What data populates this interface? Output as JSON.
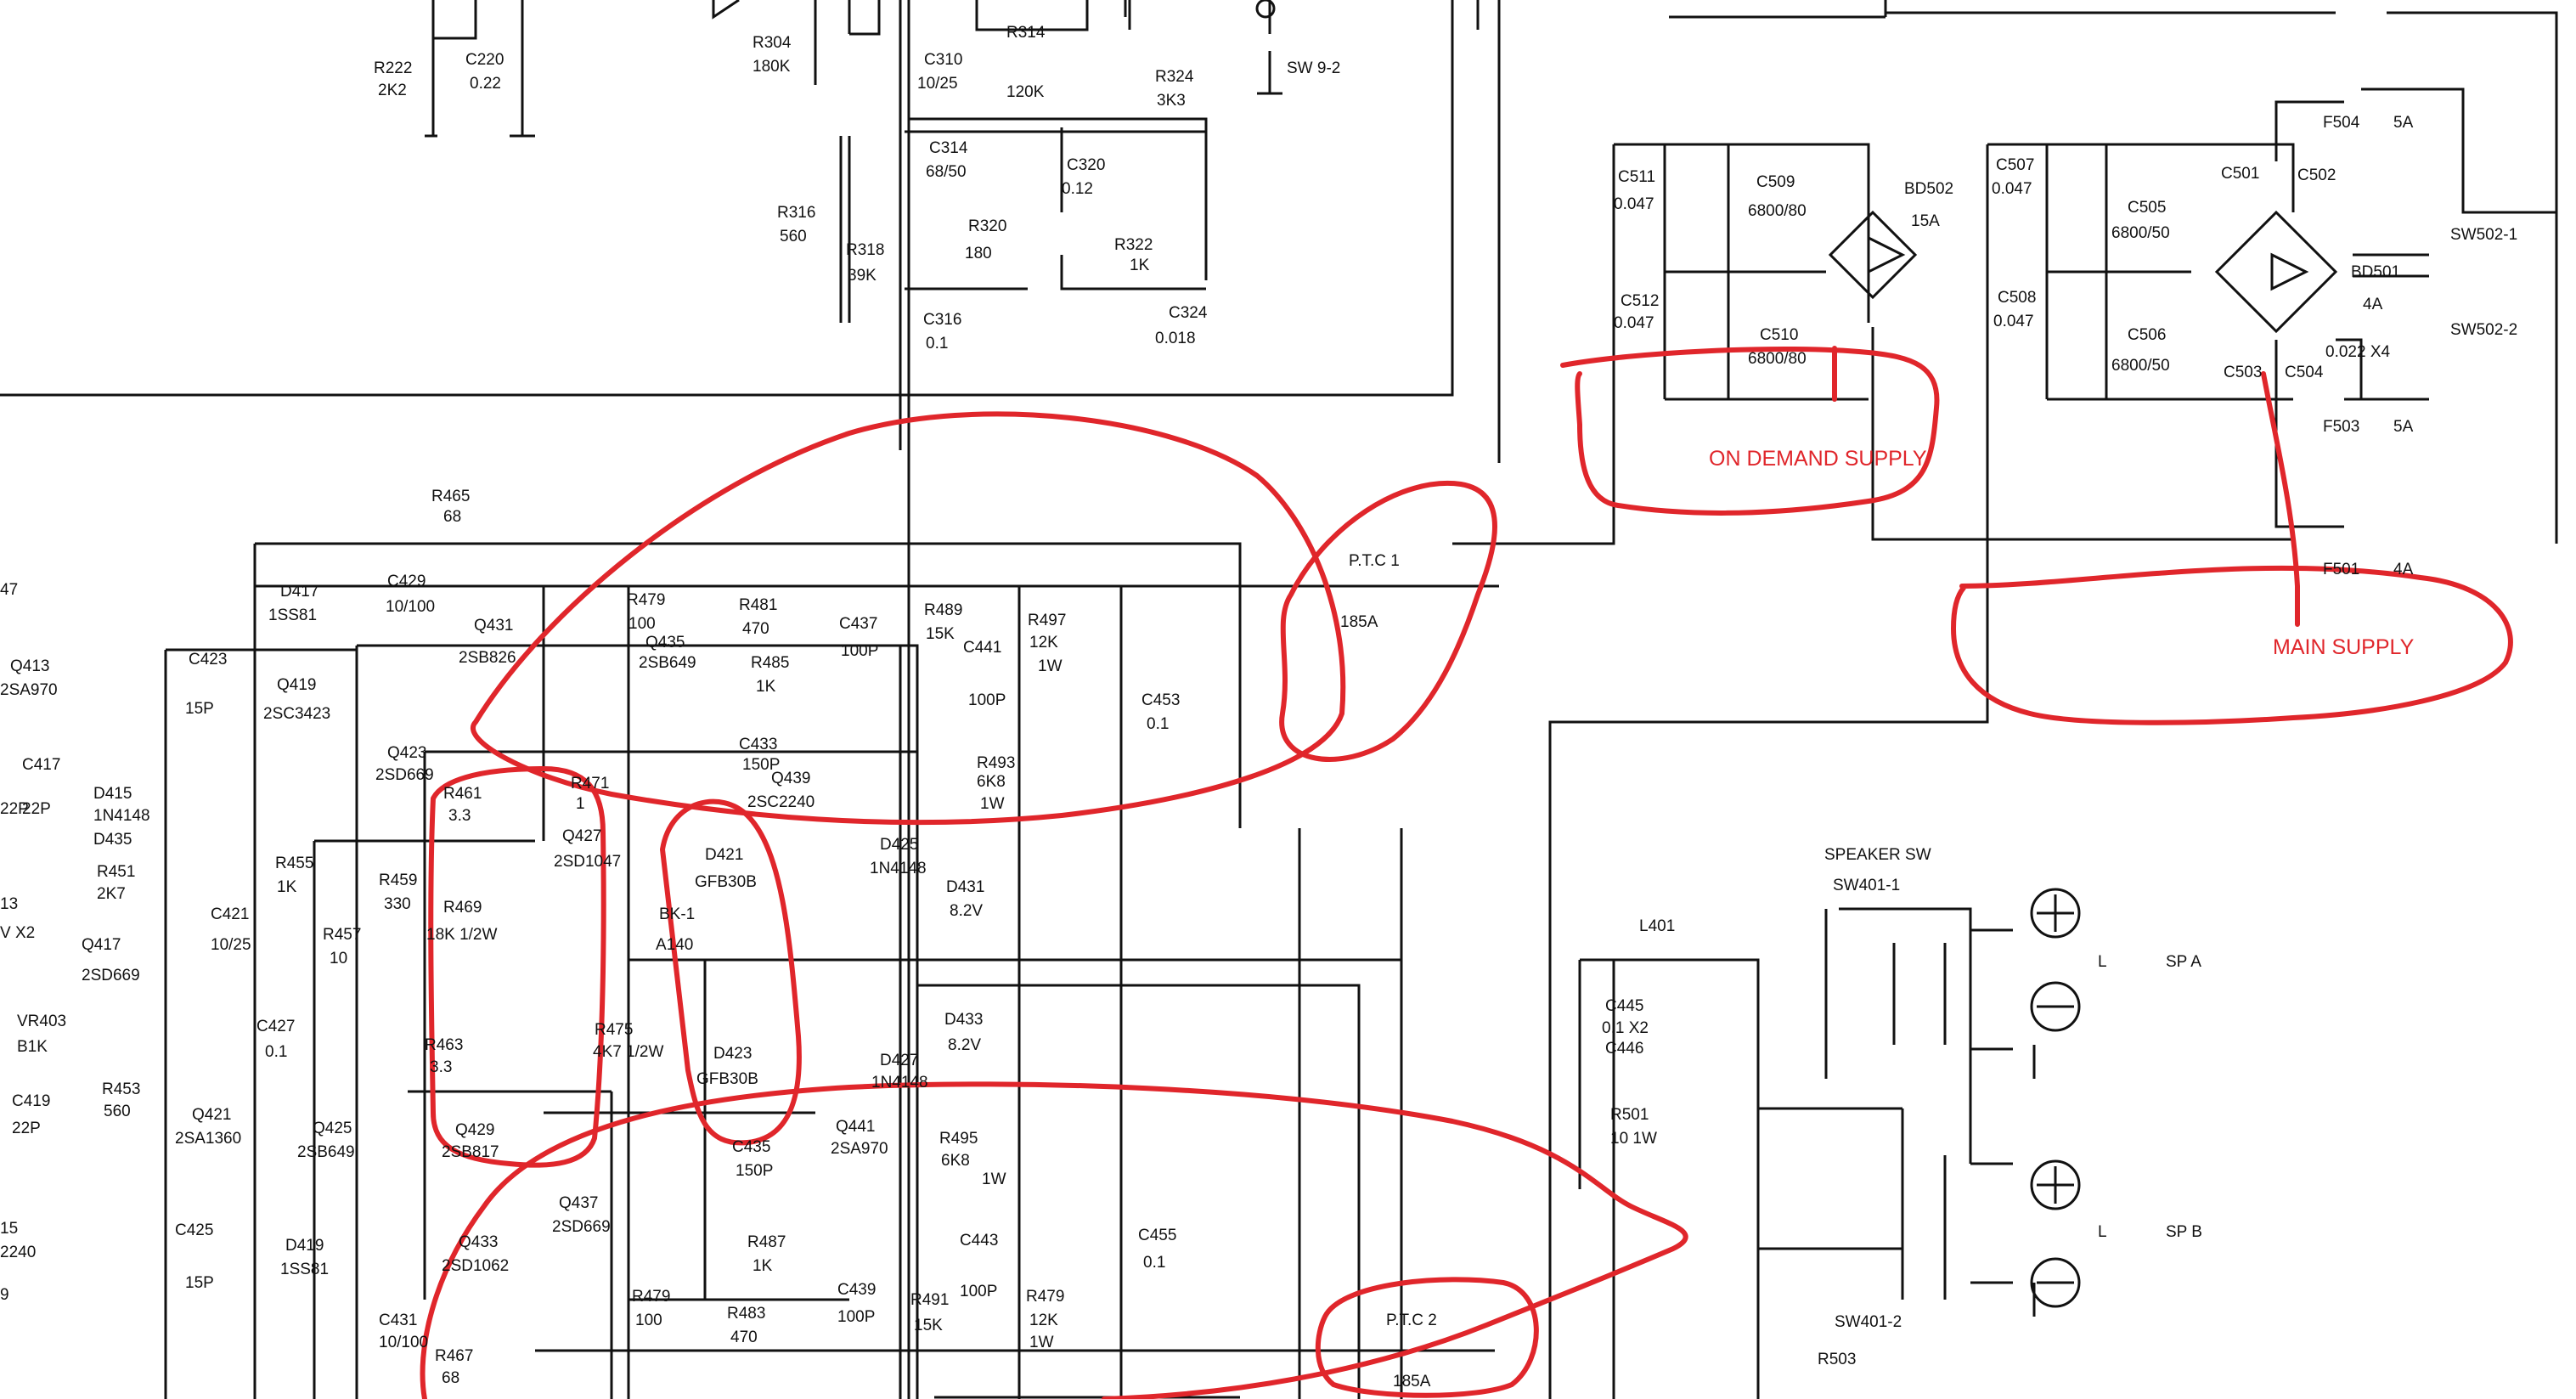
{
  "schematic": {
    "annotations": {
      "on_demand_supply": "ON DEMAND SUPPLY",
      "main_supply": "MAIN SUPPLY"
    },
    "colors": {
      "wire": "#111111",
      "annotation": "#e0262b",
      "background": "#ffffff"
    },
    "components": {
      "r222": "R222",
      "r222_val": "2K2",
      "c220": "C220",
      "c220_val": "0.22",
      "r304": "R304",
      "r304_val": "180K",
      "r314": "R314",
      "r314_val": "120K",
      "c310": "C310",
      "c310_val": "10/25",
      "r324": "R324",
      "r324_val": "3K3",
      "sw9_2": "SW 9-2",
      "c314": "C314",
      "c314_val": "68/50",
      "c320": "C320",
      "c320_val": "0.12",
      "r316": "R316",
      "r316_val": "560",
      "r318": "R318",
      "r318_val": "39K",
      "r320": "R320",
      "r320_val": "180",
      "r322": "R322",
      "r322_val": "1K",
      "c316": "C316",
      "c316_val": "0.1",
      "c324": "C324",
      "c324_val": "0.018",
      "c511": "C511",
      "c511_val": "0.047",
      "c509": "C509",
      "c509_val": "6800/80",
      "c512": "C512",
      "c512_val": "0.047",
      "c510": "C510",
      "c510_val": "6800/80",
      "bd502": "BD502",
      "bd502_val": "15A",
      "c507": "C507",
      "c507_val": "0.047",
      "c505": "C505",
      "c505_val": "6800/50",
      "c508": "C508",
      "c508_val": "0.047",
      "c506": "C506",
      "c506_val": "6800/50",
      "c501": "C501",
      "c502": "C502",
      "c503": "C503",
      "c504": "C504",
      "c50x_val": "0.022 X4",
      "bd501": "BD501",
      "bd501_val": "4A",
      "f504": "F504",
      "f504_val": "5A",
      "f503": "F503",
      "f503_val": "5A",
      "f501": "F501",
      "f501_val": "4A",
      "sw502_1": "SW502-1",
      "sw502_2": "SW502-2",
      "r465": "R465",
      "r465_val": "68",
      "d417": "D417",
      "d417_val": "1SS81",
      "c429": "C429",
      "c429_val": "10/100",
      "q413": "Q413",
      "q413_val": "2SA970",
      "c423": "C423",
      "c423_val": "15P",
      "q419": "Q419",
      "q419_val": "2SC3423",
      "q423": "Q423",
      "q423_val": "2SD669",
      "q431": "Q431",
      "q431_val": "2SB826",
      "r479": "R479",
      "r479_val": "100",
      "q435": "Q435",
      "q435_val": "2SB649",
      "r481": "R481",
      "r481_val": "470",
      "r485": "R485",
      "r485_val": "1K",
      "c437": "C437",
      "c437_val": "100P",
      "r489": "R489",
      "r489_val": "15K",
      "c441": "C441",
      "c441_val": "100P",
      "r497": "R497",
      "r497_val": "12K",
      "r497_w": "1W",
      "c453": "C453",
      "c453_val": "0.1",
      "ptc1": "P.T.C 1",
      "ptc1_val": "185A",
      "c433": "C433",
      "c433_val": "150P",
      "q439": "Q439",
      "q439_val": "2SC2240",
      "r493": "R493",
      "r493_val": "6K8",
      "r493_w": "1W",
      "c417": "C417",
      "c417_val": "22P",
      "d415": "D415",
      "d415_val": "1N4148",
      "d435": "D435",
      "r451": "R451",
      "r451_val": "2K7",
      "q417": "Q417",
      "q417_val": "2SD669",
      "c421": "C421",
      "c421_val": "10/25",
      "r455": "R455",
      "r455_val": "1K",
      "r457": "R457",
      "r457_val": "10",
      "r459": "R459",
      "r459_val": "330",
      "r461": "R461",
      "r461_val": "3.3",
      "q427": "Q427",
      "q427_val": "2SD1047",
      "r471": "R471",
      "r471_val": "1",
      "d421": "D421",
      "d421_val": "GFB30B",
      "d425": "D425",
      "d425_val": "1N4148",
      "d431": "D431",
      "d431_val": "8.2V",
      "r469": "R469",
      "r469_val": "18K 1/2W",
      "bk1": "BK-1",
      "bk1_val": "A140",
      "r475": "R475",
      "r475_val": "4K7 1/2W",
      "vr403": "VR403",
      "vr403_val": "B1K",
      "c427": "C427",
      "c427_val": "0.1",
      "r463": "R463",
      "r463_val": "3.3",
      "q429": "Q429",
      "q429_val": "2SB817",
      "d423": "D423",
      "d423_val": "GFB30B",
      "d427": "D427",
      "d427_val": "1N4148",
      "d433": "D433",
      "d433_val": "8.2V",
      "l401": "L401",
      "c445": "C445",
      "c445_val": "0.1 X2",
      "c446": "C446",
      "r501": "R501",
      "r501_val": "10 1W",
      "c419": "C419",
      "c419_val": "22P",
      "r453": "R453",
      "r453_val": "560",
      "q421": "Q421",
      "q421_val": "2SA1360",
      "q425": "Q425",
      "q425_val": "2SB649",
      "c435": "C435",
      "c435_val": "150P",
      "q441": "Q441",
      "q441_val": "2SA970",
      "r495": "R495",
      "r495_val": "6K8",
      "r495_w": "1W",
      "c425": "C425",
      "c425_val": "15P",
      "d419": "D419",
      "d419_val": "1SS81",
      "q433": "Q433",
      "q433_val": "2SD1062",
      "q437": "Q437",
      "q437_val": "2SD669",
      "r487": "R487",
      "r487_val": "1K",
      "r479b": "R479",
      "r479b_val": "100",
      "r483": "R483",
      "r483_val": "470",
      "c439": "C439",
      "c439_val": "100P",
      "r491": "R491",
      "r491_val": "15K",
      "c443": "C443",
      "c443_val": "100P",
      "r479c": "R479",
      "r479c_val": "12K",
      "r479c_w": "1W",
      "c455": "C455",
      "c455_val": "0.1",
      "ptc2": "P.T.C 2",
      "ptc2_val": "185A",
      "c431": "C431",
      "c431_val": "10/100",
      "r467": "R467",
      "r467_val": "68",
      "speaker_sw": "SPEAKER SW",
      "sw401_1": "SW401-1",
      "sw401_2": "SW401-2",
      "sp_a_l": "L",
      "sp_a_name": "SP  A",
      "sp_b_l": "L",
      "sp_b_name": "SP  B",
      "r503": "R503",
      "label_15": "15",
      "label_13": "13",
      "label_2240": "2240",
      "label_x2": "V X2",
      "label_47": "47",
      "label_22p": "22P",
      "label_9": "9"
    }
  }
}
